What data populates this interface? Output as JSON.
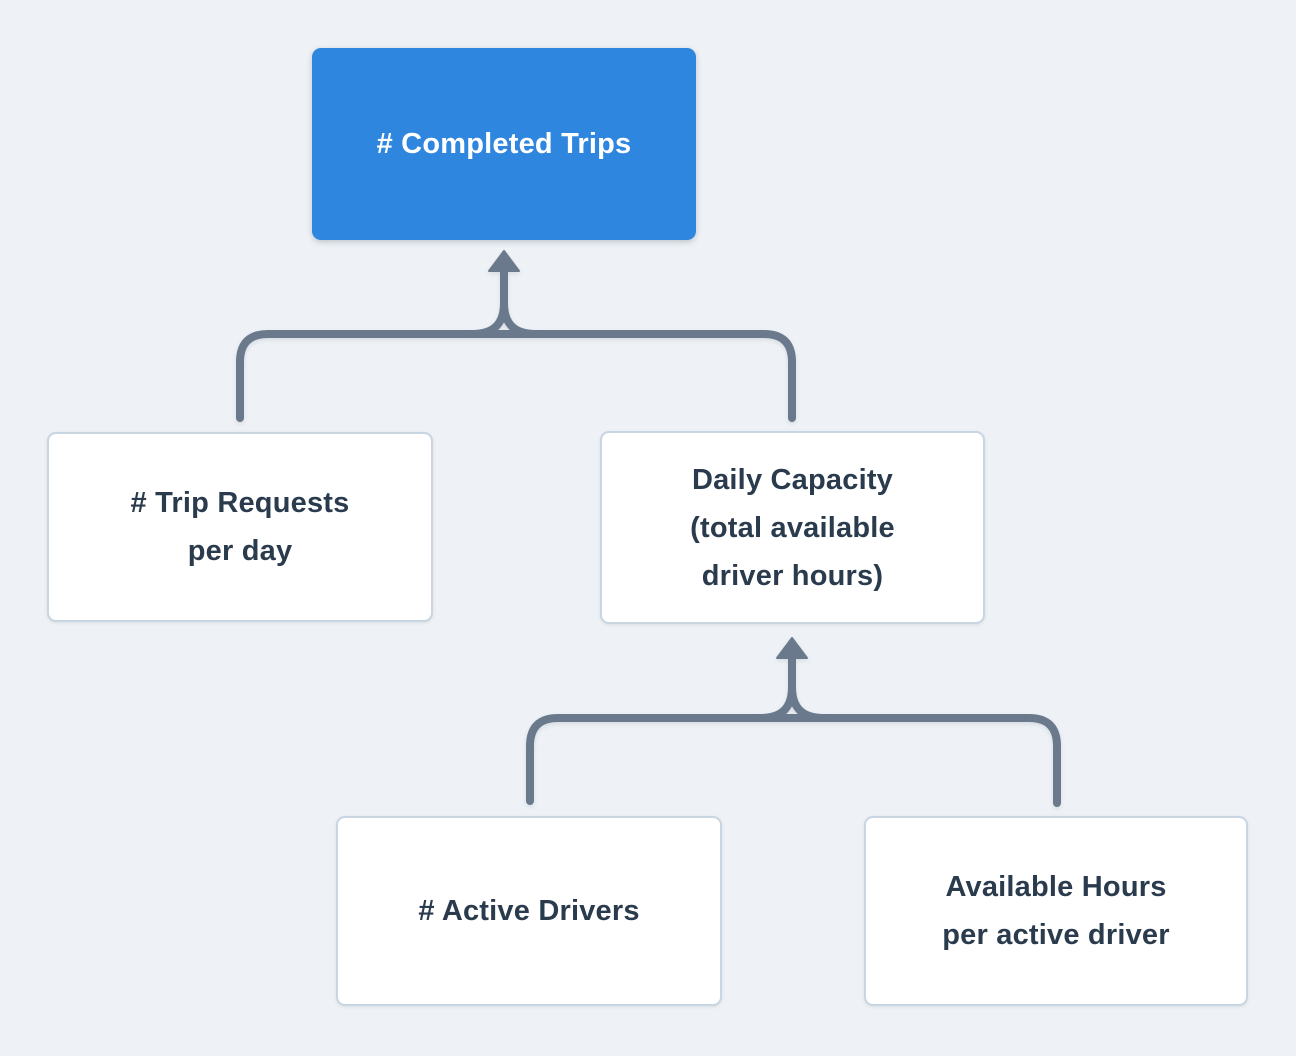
{
  "colors": {
    "background": "#EEF2F6",
    "node_fill": "#FFFFFF",
    "node_border": "#C9D5E0",
    "node_text": "#2B3B4E",
    "root_fill": "#2E86DE",
    "root_text": "#FFFFFF",
    "connector": "#6A7A8C"
  },
  "nodes": {
    "completed_trips": {
      "label": "# Completed Trips"
    },
    "trip_requests": {
      "label": "# Trip Requests\nper day"
    },
    "daily_capacity": {
      "label": "Daily Capacity\n(total available\ndriver hours)"
    },
    "active_drivers": {
      "label": "# Active Drivers"
    },
    "available_hours": {
      "label": "Available Hours\nper active driver"
    }
  }
}
